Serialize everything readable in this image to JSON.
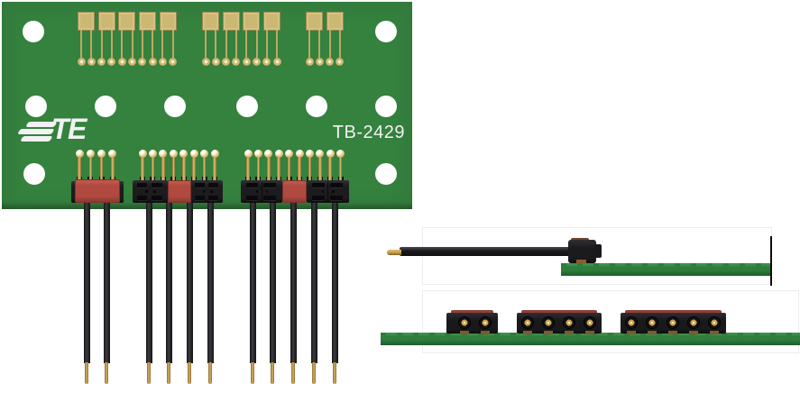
{
  "product": {
    "brand": "TE",
    "part_number": "TB-2429",
    "type": "test-board-photo"
  },
  "board": {
    "mounting_holes": {
      "top_row": 2,
      "middle_row": 6,
      "bottom_row": 2
    },
    "smt_pad_groups": [
      5,
      4,
      2
    ],
    "connector_groups": [
      {
        "pins": 4,
        "wires": 2
      },
      {
        "pins": 8,
        "wires": 4
      },
      {
        "pins": 10,
        "wires": 5
      }
    ]
  },
  "side_views": {
    "single_wire_assembly": {
      "wires": 1,
      "connectors": 1
    },
    "edge_view": {
      "connector_contacts": [
        2,
        4,
        5
      ]
    }
  },
  "colors": {
    "board_green": "#35813e",
    "strip_green": "#2e7d3c",
    "strip_dark": "#1f5c2a",
    "pad_gold": "#cdb873",
    "pad_border": "#9c884e",
    "pad_center": "#f6edcb",
    "trace_gold": "#bfa863",
    "pin_gold": "#e0c070",
    "pin_dark": "#8a6a30",
    "tip_gold": "#c49a4c",
    "red": "#b04a40",
    "red_dark": "#7e332c",
    "wire_hl": "#3c3c40",
    "silk": "#f2f2f2",
    "panel_border": "#ededed",
    "contact_gold": "#caa24e",
    "contact_light": "#f7edc0"
  }
}
